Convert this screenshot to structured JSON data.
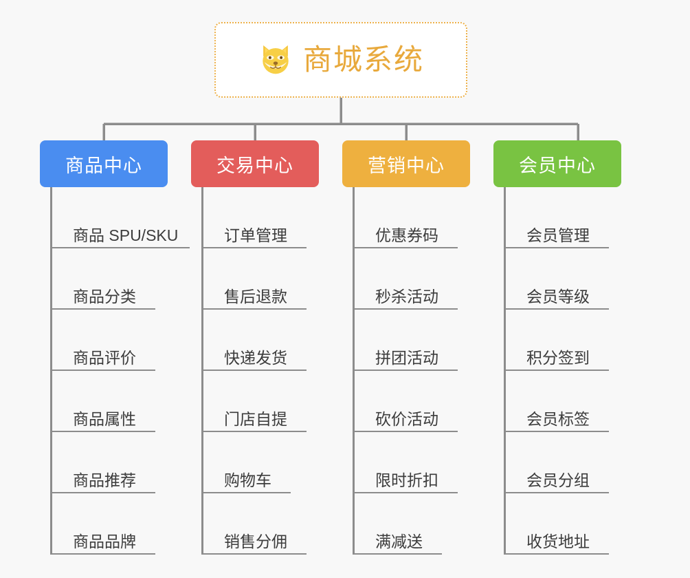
{
  "page": {
    "background_color": "#f8f8f8",
    "type": "mind-map"
  },
  "root": {
    "title": "商城系统",
    "icon": "shiba-dog-face-icon",
    "border_color": "#edb14a",
    "text_color": "#e8a93c",
    "background_color": "#ffffff"
  },
  "connector": {
    "color": "#8c8c8c"
  },
  "branches": [
    {
      "label": "商品中心",
      "color": "#4a8df0",
      "items": [
        {
          "label": "商品 SPU/SKU",
          "underline_width": 200
        },
        {
          "label": "商品分类",
          "underline_width": 150
        },
        {
          "label": "商品评价",
          "underline_width": 150
        },
        {
          "label": "商品属性",
          "underline_width": 150
        },
        {
          "label": "商品推荐",
          "underline_width": 150
        },
        {
          "label": "商品品牌",
          "underline_width": 150
        }
      ]
    },
    {
      "label": "交易中心",
      "color": "#e35d5b",
      "items": [
        {
          "label": "订单管理",
          "underline_width": 150
        },
        {
          "label": "售后退款",
          "underline_width": 150
        },
        {
          "label": "快递发货",
          "underline_width": 150
        },
        {
          "label": "门店自提",
          "underline_width": 150
        },
        {
          "label": "购物车",
          "underline_width": 127
        },
        {
          "label": "销售分佣",
          "underline_width": 150
        }
      ]
    },
    {
      "label": "营销中心",
      "color": "#eeb03f",
      "items": [
        {
          "label": "优惠券码",
          "underline_width": 150
        },
        {
          "label": "秒杀活动",
          "underline_width": 150
        },
        {
          "label": "拼团活动",
          "underline_width": 150
        },
        {
          "label": "砍价活动",
          "underline_width": 150
        },
        {
          "label": "限时折扣",
          "underline_width": 150
        },
        {
          "label": "满减送",
          "underline_width": 127
        }
      ]
    },
    {
      "label": "会员中心",
      "color": "#79c342",
      "items": [
        {
          "label": "会员管理",
          "underline_width": 150
        },
        {
          "label": "会员等级",
          "underline_width": 150
        },
        {
          "label": "积分签到",
          "underline_width": 150
        },
        {
          "label": "会员标签",
          "underline_width": 150
        },
        {
          "label": "会员分组",
          "underline_width": 150
        },
        {
          "label": "收货地址",
          "underline_width": 150
        }
      ]
    }
  ]
}
